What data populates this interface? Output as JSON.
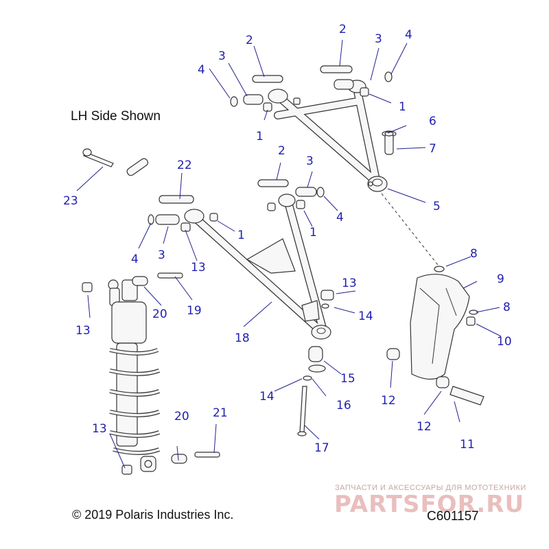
{
  "captions": {
    "side_note": "LH Side Shown",
    "copyright": "© 2019 Polaris Industries Inc.",
    "diagram_code": "C601157"
  },
  "watermark": {
    "subtitle": "ЗАПЧАСТИ И АКСЕССУАРЫ ДЛЯ МОТОТЕХНИКИ",
    "logo_text": "PARTSFOR.RU",
    "color": "#d98a8a"
  },
  "colors": {
    "callout": "#1f1fb0",
    "linework": "#333333"
  },
  "callouts": {
    "c1a": "1",
    "c1b": "1",
    "c1c": "1",
    "c1d": "1",
    "c2a": "2",
    "c2b": "2",
    "c2c": "2",
    "c3a": "3",
    "c3b": "3",
    "c3c": "3",
    "c3d": "3",
    "c4a": "4",
    "c4b": "4",
    "c4c": "4",
    "c4d": "4",
    "c5": "5",
    "c6": "6",
    "c7": "7",
    "c8a": "8",
    "c8b": "8",
    "c9": "9",
    "c10": "10",
    "c11": "11",
    "c12a": "12",
    "c12b": "12",
    "c13a": "13",
    "c13b": "13",
    "c13c": "13",
    "c13d": "13",
    "c14a": "14",
    "c14b": "14",
    "c15": "15",
    "c16": "16",
    "c17": "17",
    "c18": "18",
    "c19": "19",
    "c20a": "20",
    "c20b": "20",
    "c21": "21",
    "c22": "22",
    "c23": "23"
  }
}
